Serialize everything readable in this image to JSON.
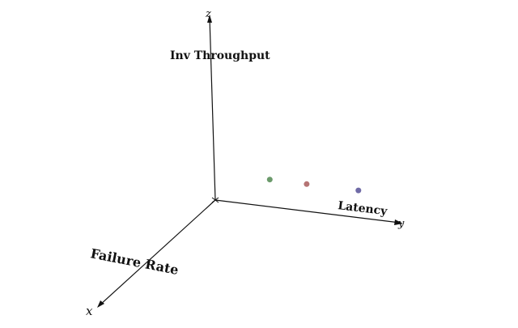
{
  "chart_data": {
    "type": "scatter",
    "projection": "3d",
    "axes": {
      "x": {
        "letter": "x",
        "label": "Failure Rate"
      },
      "y": {
        "letter": "y",
        "label": "Latency"
      },
      "z": {
        "letter": "z",
        "label": "Inv Throughput"
      }
    },
    "grid": false,
    "legend": "none",
    "points": [
      {
        "x": 0,
        "y": 0.3,
        "z": 0.15,
        "color": "#6b9a6b"
      },
      {
        "x": 0,
        "y": 0.5,
        "z": 0.15,
        "color": "#b57474"
      },
      {
        "x": 0,
        "y": 0.78,
        "z": 0.15,
        "color": "#6f6aa6"
      }
    ]
  }
}
